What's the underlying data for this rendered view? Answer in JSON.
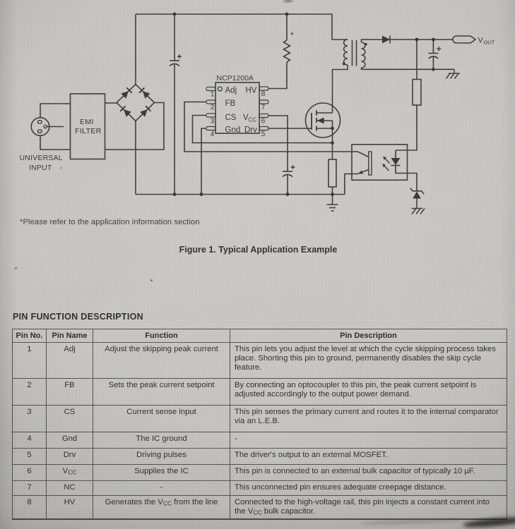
{
  "figure": {
    "note": "*Please refer to the application information section",
    "caption": "Figure 1. Typical Application Example"
  },
  "schematic": {
    "input_label_line1": "UNIVERSAL",
    "input_label_line2": "INPUT",
    "emi_label_line1": "EMI",
    "emi_label_line2": "FILTER",
    "ic_title": "NCP1200A",
    "ic_pins": {
      "adj": "Adj",
      "fb": "FB",
      "cs": "CS",
      "gnd": "Gnd",
      "hv": "HV",
      "vcc_main": "V",
      "vcc_sub": "CC",
      "drv": "Drv"
    },
    "pin_numbers": {
      "p1": "1",
      "p2": "2",
      "p3": "3",
      "p4": "4",
      "p5": "5",
      "p6": "6",
      "p7": "7",
      "p8": "8"
    },
    "vout_main": "V",
    "vout_sub": "OUT",
    "asterisk": "*",
    "plus": "+"
  },
  "section": {
    "heading": "PIN FUNCTION DESCRIPTION"
  },
  "table": {
    "headers": [
      "Pin No.",
      "Pin Name",
      "Function",
      "Pin Description"
    ],
    "rows": [
      {
        "no": "1",
        "name": "Adj",
        "function": "Adjust the skipping peak current",
        "description": "This pin lets you adjust the level at which the cycle skipping process takes place. Shorting this pin to ground, permanently disables the skip cycle feature."
      },
      {
        "no": "2",
        "name": "FB",
        "function": "Sets the peak current setpoint",
        "description": "By connecting an optocoupler to this pin, the peak current setpoint is adjusted accordingly to the output power demand."
      },
      {
        "no": "3",
        "name": "CS",
        "function": "Current sense input",
        "description": "This pin senses the primary current and routes it to the internal comparator via an L.E.B."
      },
      {
        "no": "4",
        "name": "Gnd",
        "function": "The IC ground",
        "description": "-"
      },
      {
        "no": "5",
        "name": "Drv",
        "function": "Driving pulses",
        "description": "The driver's output to an external MOSFET."
      },
      {
        "no": "6",
        "name_main": "V",
        "name_sub": "CC",
        "function": "Supplies the IC",
        "description": "This pin is connected to an external bulk capacitor of typically 10 µF."
      },
      {
        "no": "7",
        "name": "NC",
        "function": "-",
        "description": "This unconnected pin ensures adequate creepage distance."
      },
      {
        "no": "8",
        "name": "HV",
        "function_pre": "Generates the V",
        "function_sub": "CC",
        "function_post": " from the line",
        "description_pre": "Connected to the high-voltage rail, this pin injects a constant current into the V",
        "description_sub": "CC",
        "description_post": " bulk capacitor."
      }
    ]
  }
}
